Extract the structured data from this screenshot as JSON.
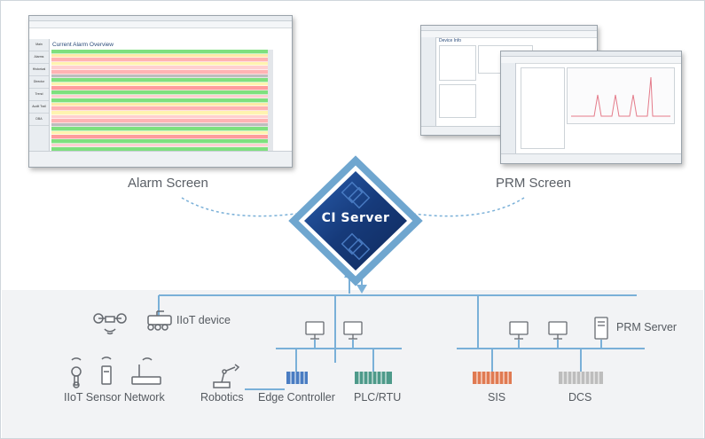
{
  "screens": {
    "alarm_label": "Alarm Screen",
    "prm_label": "PRM Screen",
    "alarm_window_title": "Current Alarm Overview",
    "alarm_sidebar": [
      "Main",
      "Alarms",
      "Historical",
      "Director",
      "Trend",
      "Audit Trail",
      "DBA"
    ],
    "prm_window_title": "Device Info"
  },
  "hub": {
    "label": "CI Server",
    "color": "#1b3f82",
    "frame_color": "#6fa6cf"
  },
  "devices": {
    "iiot_device": "IIoT device",
    "iiot_sensor_network": "IIoT Sensor Network",
    "robotics": "Robotics",
    "edge_controller": "Edge Controller",
    "plc_rtu": "PLC/RTU",
    "sis": "SIS",
    "dcs": "DCS",
    "prm_server": "PRM Server"
  },
  "colors": {
    "network_line": "#7ab0d8",
    "sis": "#e07a52",
    "dcs": "#bdbdbd",
    "edge": "#4a7cc2",
    "plc": "#4e9a8a",
    "icon": "#666a70"
  }
}
